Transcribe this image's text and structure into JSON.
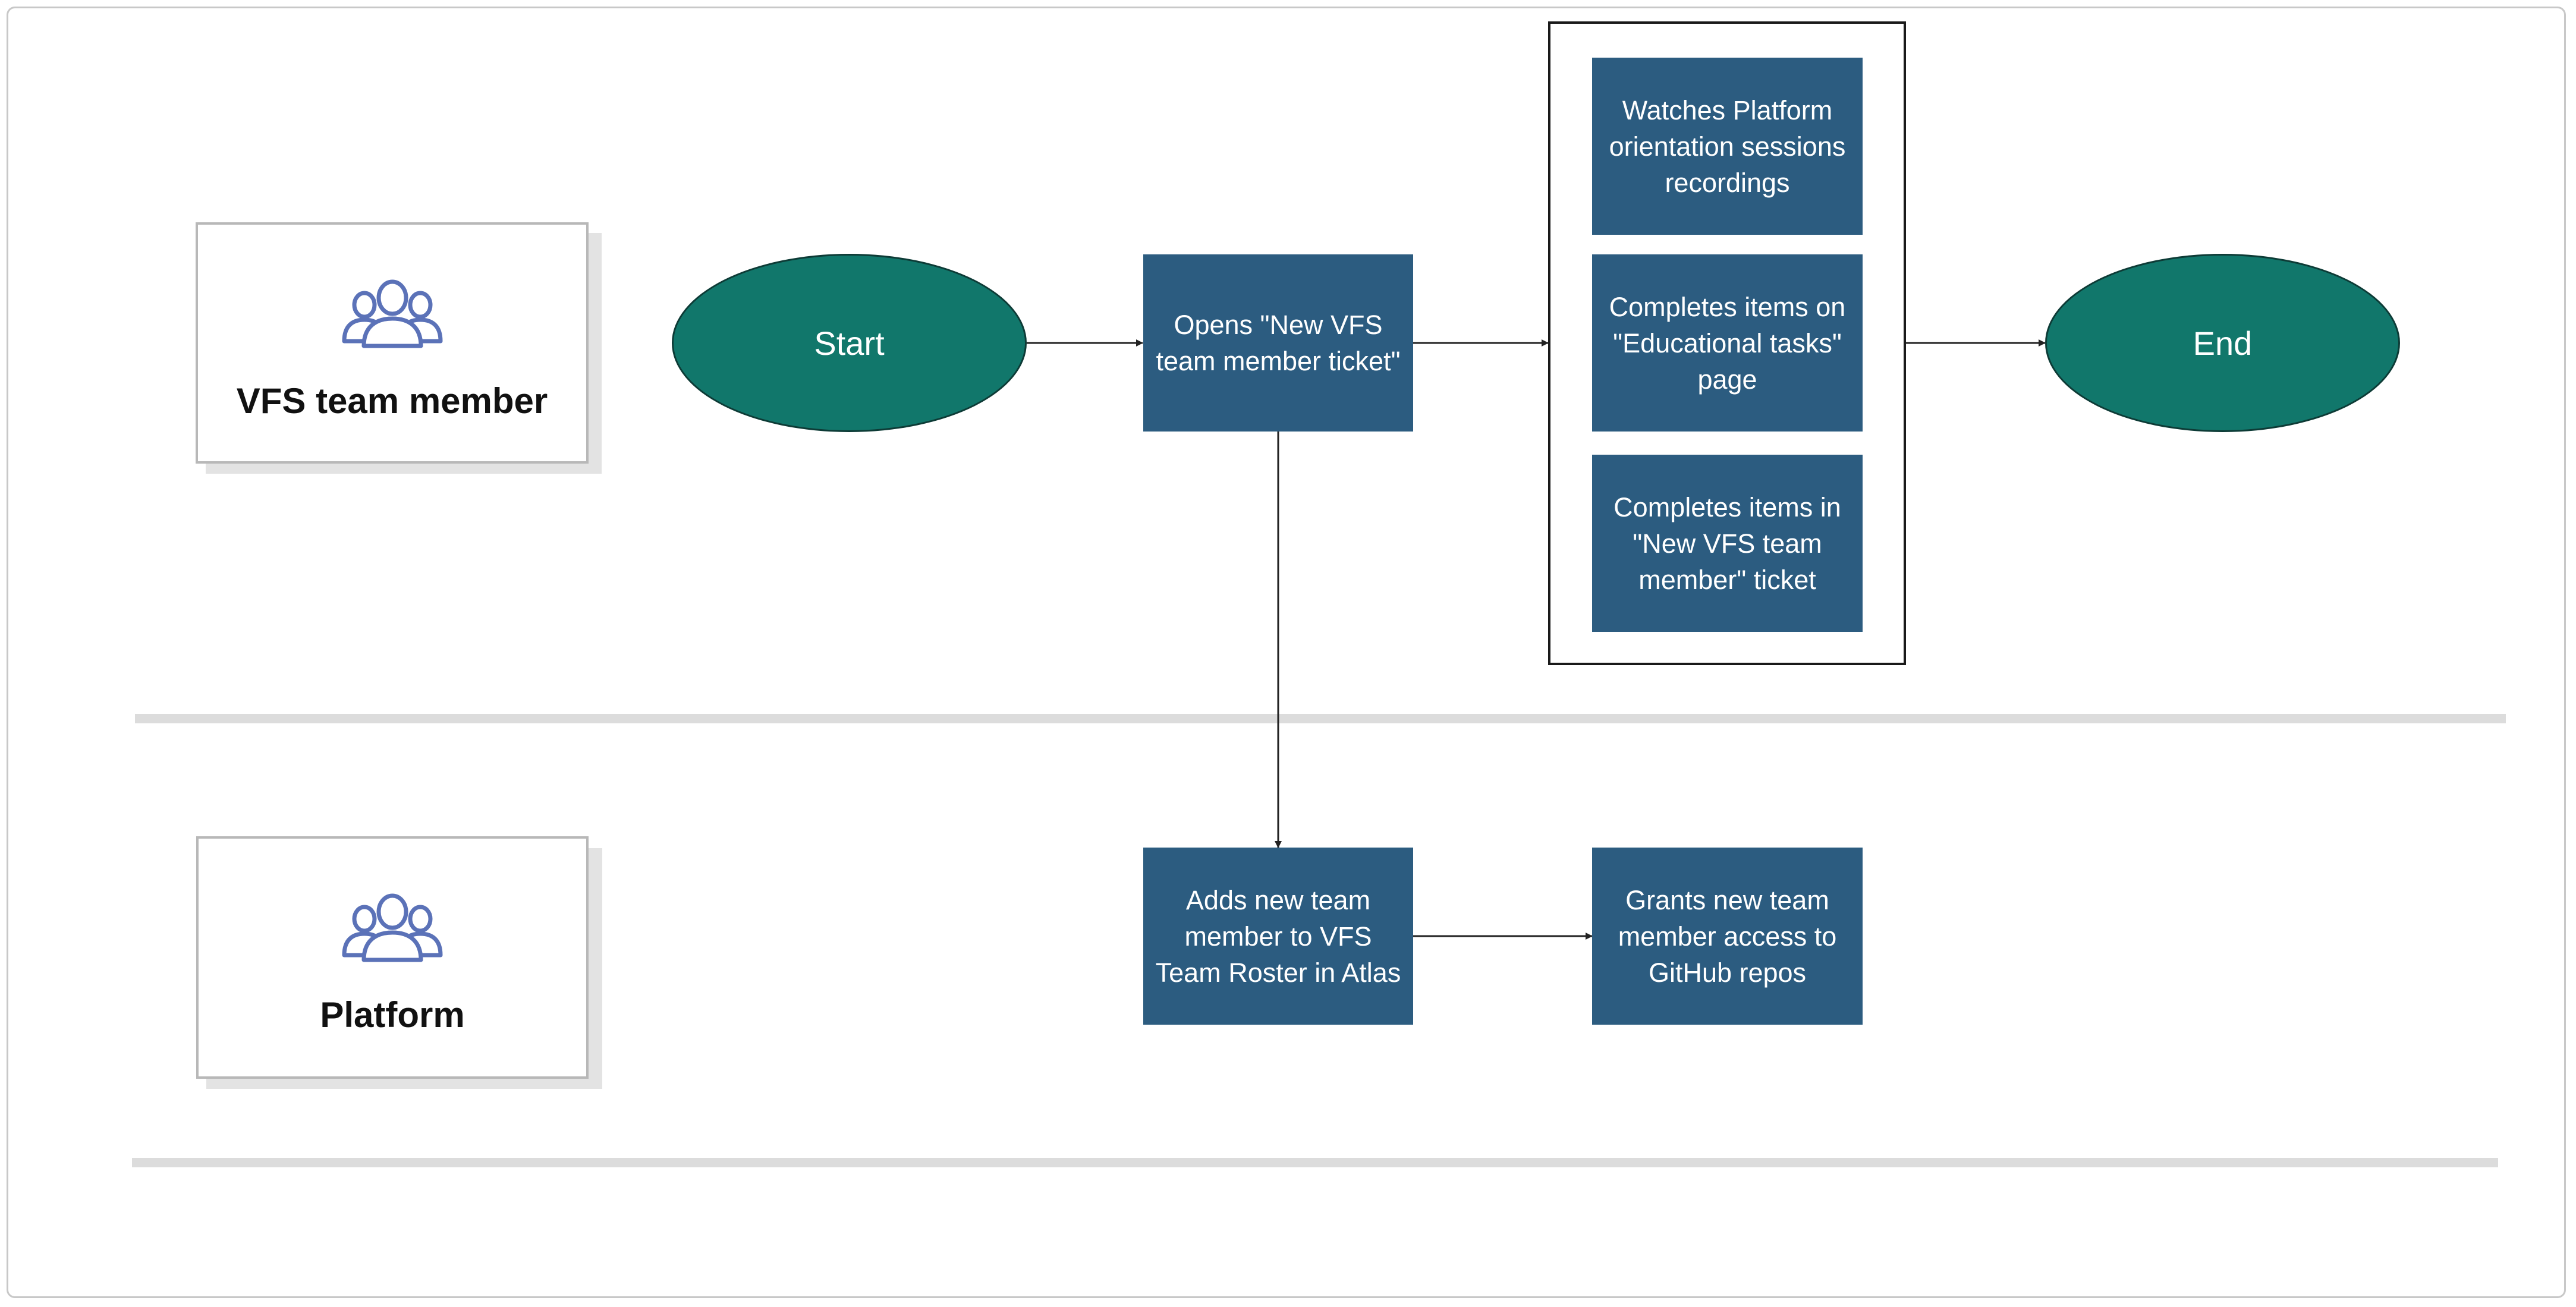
{
  "lanes": [
    {
      "label": "VFS team member",
      "icon": "people-group-icon"
    },
    {
      "label": "Platform",
      "icon": "people-group-icon"
    }
  ],
  "nodes": {
    "start": "Start",
    "end": "End",
    "opens_ticket": "Opens \"New VFS team member ticket\"",
    "watches_sessions": "Watches Platform orientation sessions recordings",
    "educational_tasks": "Completes items on \"Educational tasks\" page",
    "ticket_items": "Completes items in \"New VFS team member\" ticket",
    "adds_to_roster": "Adds new team member to VFS Team Roster in Atlas",
    "grants_access": "Grants new team member access to GitHub repos"
  },
  "edges": [
    {
      "from": "start",
      "to": "opens_ticket"
    },
    {
      "from": "opens_ticket",
      "to": "onboarding_group"
    },
    {
      "from": "onboarding_group",
      "to": "end"
    },
    {
      "from": "opens_ticket",
      "to": "adds_to_roster"
    },
    {
      "from": "adds_to_roster",
      "to": "grants_access"
    }
  ],
  "colors": {
    "terminal_fill": "#11776b",
    "process_fill": "#2c5c80",
    "icon_stroke": "#5b72b8",
    "divider": "#dcdcdc"
  }
}
